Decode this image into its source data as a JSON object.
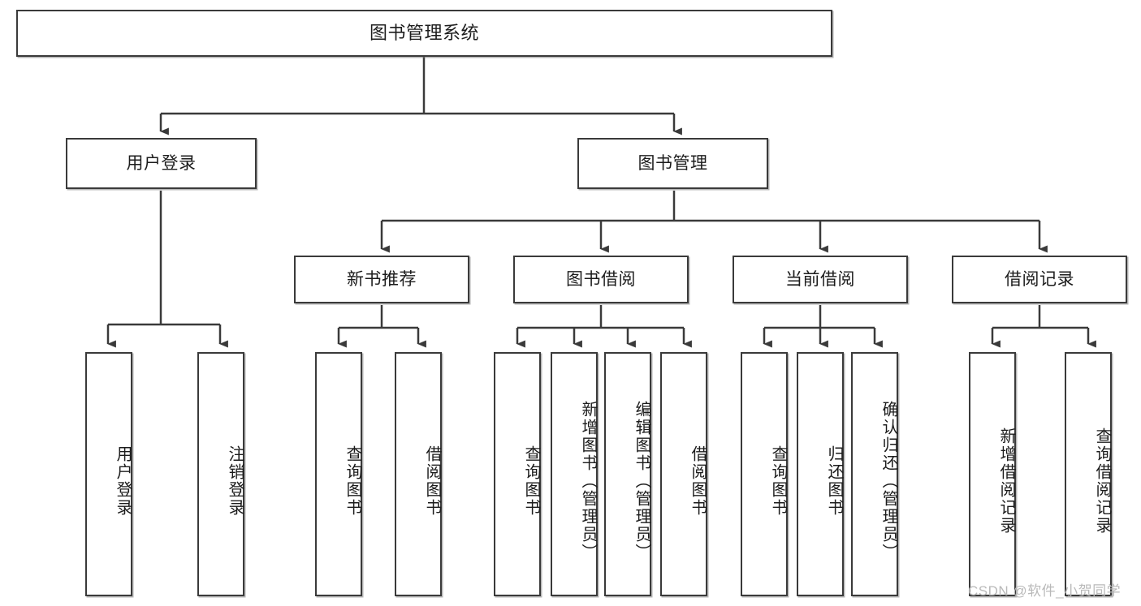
{
  "diagram": {
    "title": "图书管理系统",
    "type": "功能结构图",
    "root": {
      "label": "图书管理系统"
    },
    "level2": [
      {
        "label": "用户登录"
      },
      {
        "label": "图书管理"
      }
    ],
    "level3": [
      {
        "label": "新书推荐"
      },
      {
        "label": "图书借阅"
      },
      {
        "label": "当前借阅"
      },
      {
        "label": "借阅记录"
      }
    ],
    "leaves": {
      "user_login": [
        "用户登录",
        "注销登录"
      ],
      "new_book_recommend": [
        "查询图书",
        "借阅图书"
      ],
      "book_borrow": [
        "查询图书",
        "新增图书（管理员）",
        "编辑图书（管理员）",
        "借阅图书"
      ],
      "current_borrow": [
        "查询图书",
        "归还图书",
        "确认归还（管理员）"
      ],
      "borrow_record": [
        "新增借阅记录",
        "查询借阅记录"
      ]
    }
  },
  "watermark": {
    "text": "CSDN @软件_小贺同学"
  },
  "colors": {
    "stroke": "#3a3a3a",
    "fill": "#ffffff",
    "text": "#1c1c1c",
    "watermark": "#b9b9b9"
  }
}
